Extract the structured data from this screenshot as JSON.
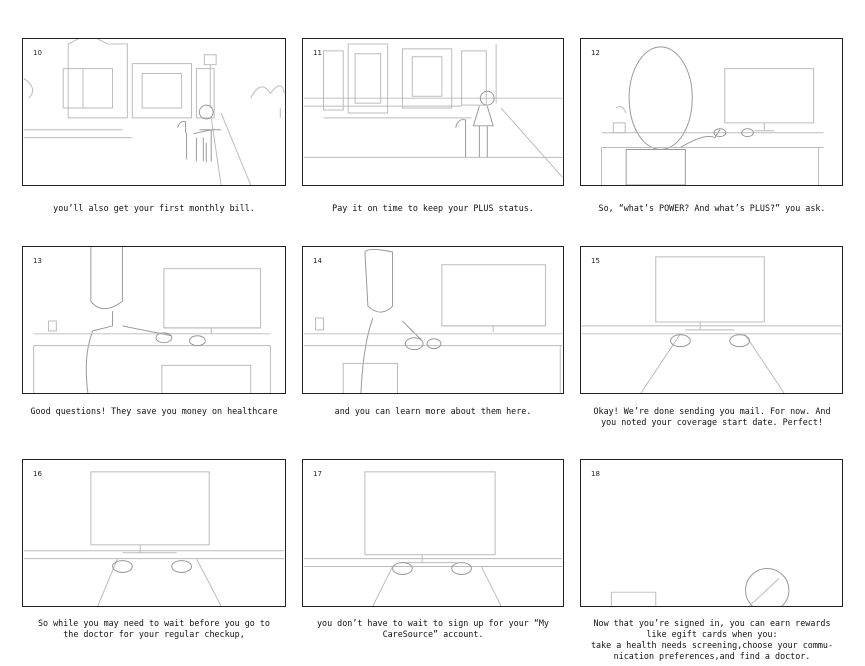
{
  "panels": [
    {
      "number": "10",
      "caption": "you’ll also get your first monthly bill."
    },
    {
      "number": "11",
      "caption": "Pay it on time to keep your PLUS status."
    },
    {
      "number": "12",
      "caption": "So, “what’s POWER? And what’s PLUS?” you ask."
    },
    {
      "number": "13",
      "caption": "Good questions! They save you money on healthcare"
    },
    {
      "number": "14",
      "caption": "and you can learn more about them here."
    },
    {
      "number": "15",
      "caption": "Okay! We’re done sending you mail. For now. And\nyou noted your coverage start date. Perfect!"
    },
    {
      "number": "16",
      "caption": "So while you may need to wait before you go to\nthe doctor for your regular checkup,"
    },
    {
      "number": "17",
      "caption": "you don’t have to wait to sign up for your “My\nCareSource” account."
    },
    {
      "number": "18",
      "caption": "Now that you’re signed in, you can earn rewards\nlike egift cards when you:\ntake a health needs screening,choose your commu-\nnication preferences,and find a doctor."
    }
  ]
}
